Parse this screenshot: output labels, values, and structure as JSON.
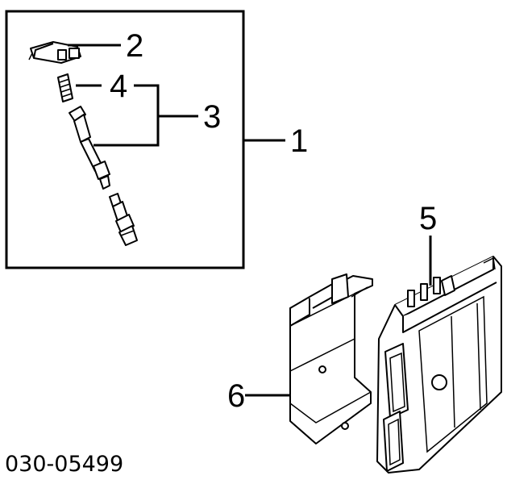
{
  "diagram": {
    "part_code": "030-05499",
    "callouts": {
      "c1": "1",
      "c2": "2",
      "c3": "3",
      "c4": "4",
      "c5": "5",
      "c6": "6"
    }
  }
}
